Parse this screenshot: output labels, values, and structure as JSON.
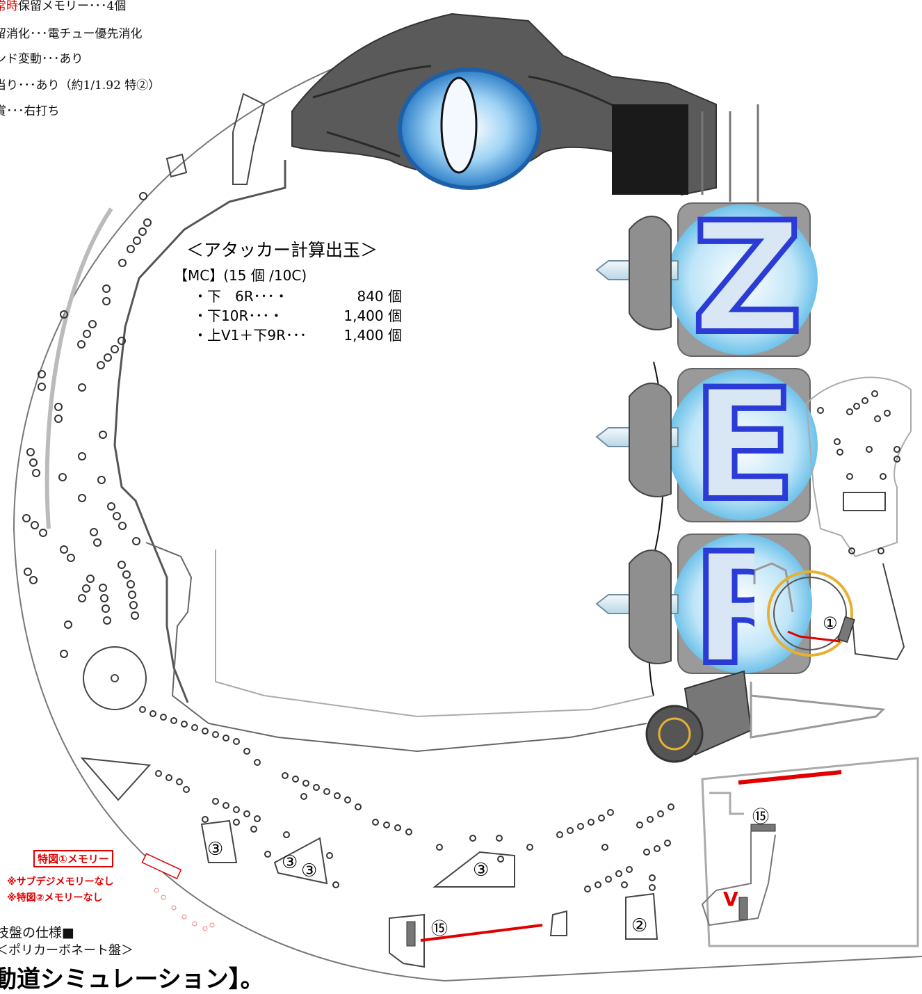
{
  "spec_lines": [
    {
      "red": "常時",
      "text": "保留メモリー･･･4個"
    },
    {
      "red": "",
      "text": "留消化･･･電チュー優先消化"
    },
    {
      "red": "",
      "text": "ンド変動･･･あり"
    },
    {
      "red": "",
      "text": "当り･･･あり（約1/1.92 特②）"
    },
    {
      "red": "",
      "text": "賞･･･右打ち"
    }
  ],
  "attacker": {
    "title": "＜アタッカー計算出玉＞",
    "mc": "【MC】(15 個 /10C)",
    "rows": [
      {
        "label": "・下　6R･･･・",
        "value": "840 個"
      },
      {
        "label": "・下10R･･･・",
        "value": "1,400 個"
      },
      {
        "label": "・上V1＋下9R･･･",
        "value": "1,400 個"
      }
    ]
  },
  "logo_letters": [
    "Z",
    "E",
    "R"
  ],
  "pocket_labels": {
    "p1": "①",
    "p2": "②",
    "p3": "③",
    "p15": "⑮",
    "v": "V"
  },
  "memory": {
    "box": "特図①メモリー",
    "note1": "※サブデジメモリーなし",
    "note2": "※特図②メモリーなし"
  },
  "bottom": {
    "board_spec": "技盤の仕様■",
    "material": "＜ポリカーボネート盤＞",
    "simulation": "動道シミュレーション】。"
  },
  "colors": {
    "eye_blue": "#5fb2ea",
    "logo_blue": "#2a3bd6",
    "accent_red": "#e00000",
    "ring_gold": "#e8b030"
  }
}
